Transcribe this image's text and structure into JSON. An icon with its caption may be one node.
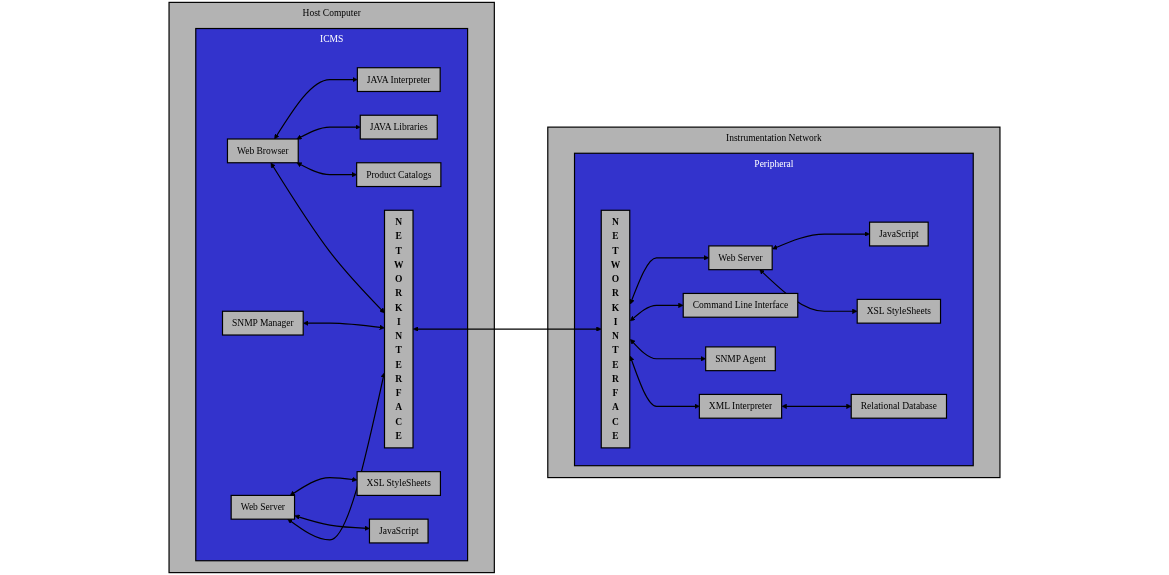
{
  "diagram": {
    "nodes": [
      {
        "text": [
          "Host Computer"
        ]
      },
      {
        "text": [
          "ICMS"
        ],
        "in": 0
      },
      {
        "text": [
          "Web Browser"
        ],
        "in": 1
      },
      {
        "text": [
          "JAVA Interpreter"
        ],
        "in": 1
      },
      {
        "text": [
          "JAVA Libraries"
        ],
        "in": 1
      },
      {
        "text": [
          "Product Catalogs"
        ],
        "in": 1
      },
      {
        "text": [
          "SNMP Manager"
        ],
        "in": 1
      },
      {
        "text": [
          "Web Server"
        ],
        "in": 1
      },
      {
        "text": [
          "XSL StyleSheets"
        ],
        "in": 1
      },
      {
        "text": [
          "JavaScript"
        ],
        "in": 1
      },
      {
        "text": [
          "N E T W O R K I N T E R F A C E"
        ],
        "in": 1
      },
      {
        "text": [
          "Instrumentation Network"
        ]
      },
      {
        "text": [
          "Peripheral"
        ],
        "in": 11
      },
      {
        "text": [
          "N E T W O R K I N T E R F A C E"
        ],
        "in": 12
      },
      {
        "text": [
          "Web Server"
        ],
        "in": 12
      },
      {
        "text": [
          "JavaScript"
        ],
        "in": 12
      },
      {
        "text": [
          "XSL StyleSheets"
        ],
        "in": 12
      },
      {
        "text": [
          "Command Line Interface"
        ],
        "in": 12
      },
      {
        "text": [
          "SNMP Agent"
        ],
        "in": 12
      },
      {
        "text": [
          "XML Interpreter"
        ],
        "in": 12
      },
      {
        "text": [
          "Relational Database"
        ],
        "in": 12
      }
    ],
    "edges": [
      {
        "from": 2,
        "to": 3,
        "arrow": "both"
      },
      {
        "from": 2,
        "to": 4,
        "arrow": "both"
      },
      {
        "from": 2,
        "to": 5,
        "arrow": "both"
      },
      {
        "from": 7,
        "to": 8,
        "arrow": "both"
      },
      {
        "from": 7,
        "to": 9,
        "arrow": "both"
      },
      {
        "from": 2,
        "to": 10,
        "arrow": "both"
      },
      {
        "from": 6,
        "to": 10,
        "arrow": "both"
      },
      {
        "from": 7,
        "to": 10,
        "arrow": "both"
      },
      {
        "from": 10,
        "to": 13,
        "arrow": "both"
      },
      {
        "from": 14,
        "to": 15,
        "arrow": "both"
      },
      {
        "from": 14,
        "to": 16,
        "arrow": "both"
      },
      {
        "from": 19,
        "to": 20,
        "arrow": "both"
      },
      {
        "from": 13,
        "to": 14,
        "arrow": "both"
      },
      {
        "from": 13,
        "to": 17,
        "arrow": "both"
      },
      {
        "from": 13,
        "to": 18,
        "arrow": "both"
      },
      {
        "from": 13,
        "to": 19,
        "arrow": "both"
      }
    ]
  }
}
